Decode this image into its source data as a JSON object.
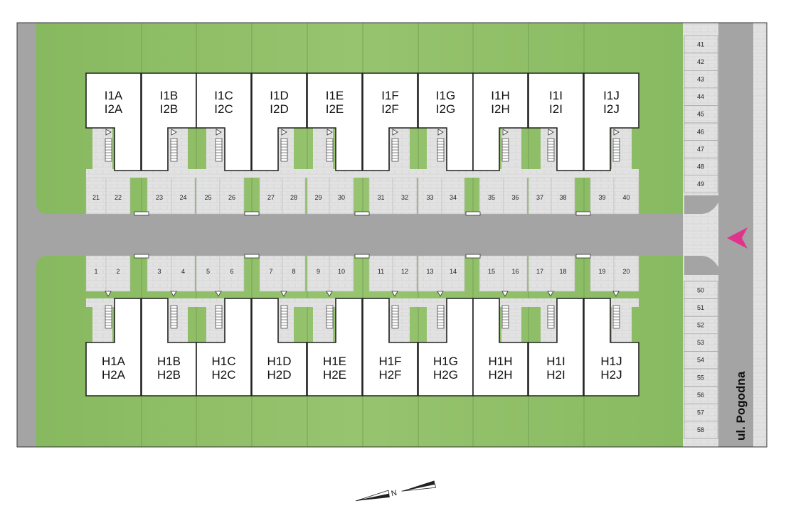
{
  "street_name": "ul. Pogodna",
  "north_label": "N",
  "colors": {
    "lawn": "#8fc067",
    "road": "#a4a4a4",
    "paving": "#e0e0e0",
    "building": "#ffffff",
    "outline": "#222222",
    "entrance_marker": "#e0348c"
  },
  "icons": {
    "entrance": "pink-arrow-icon",
    "north": "north-arrow-icon",
    "stairs": "stairs-icon",
    "door": "door-triangle-icon"
  },
  "buildings_top": [
    {
      "upper": "I1A",
      "lower": "I2A"
    },
    {
      "upper": "I1B",
      "lower": "I2B"
    },
    {
      "upper": "I1C",
      "lower": "I2C"
    },
    {
      "upper": "I1D",
      "lower": "I2D"
    },
    {
      "upper": "I1E",
      "lower": "I2E"
    },
    {
      "upper": "I1F",
      "lower": "I2F"
    },
    {
      "upper": "I1G",
      "lower": "I2G"
    },
    {
      "upper": "I1H",
      "lower": "I2H"
    },
    {
      "upper": "I1I",
      "lower": "I2I"
    },
    {
      "upper": "I1J",
      "lower": "I2J"
    }
  ],
  "buildings_bottom": [
    {
      "upper": "H1A",
      "lower": "H2A"
    },
    {
      "upper": "H1B",
      "lower": "H2B"
    },
    {
      "upper": "H1C",
      "lower": "H2C"
    },
    {
      "upper": "H1D",
      "lower": "H2D"
    },
    {
      "upper": "H1E",
      "lower": "H2E"
    },
    {
      "upper": "H1F",
      "lower": "H2F"
    },
    {
      "upper": "H1G",
      "lower": "H2G"
    },
    {
      "upper": "H1H",
      "lower": "H2H"
    },
    {
      "upper": "H1I",
      "lower": "H2I"
    },
    {
      "upper": "H1J",
      "lower": "H2J"
    }
  ],
  "parking_top": [
    "21",
    "22",
    "23",
    "24",
    "25",
    "26",
    "27",
    "28",
    "29",
    "30",
    "31",
    "32",
    "33",
    "34",
    "35",
    "36",
    "37",
    "38",
    "39",
    "40"
  ],
  "parking_bottom": [
    "1",
    "2",
    "3",
    "4",
    "5",
    "6",
    "7",
    "8",
    "9",
    "10",
    "11",
    "12",
    "13",
    "14",
    "15",
    "16",
    "17",
    "18",
    "19",
    "20"
  ],
  "parking_side_upper": [
    "41",
    "42",
    "43",
    "44",
    "45",
    "46",
    "47",
    "48",
    "49"
  ],
  "parking_side_lower": [
    "50",
    "51",
    "52",
    "53",
    "54",
    "55",
    "56",
    "57",
    "58"
  ]
}
